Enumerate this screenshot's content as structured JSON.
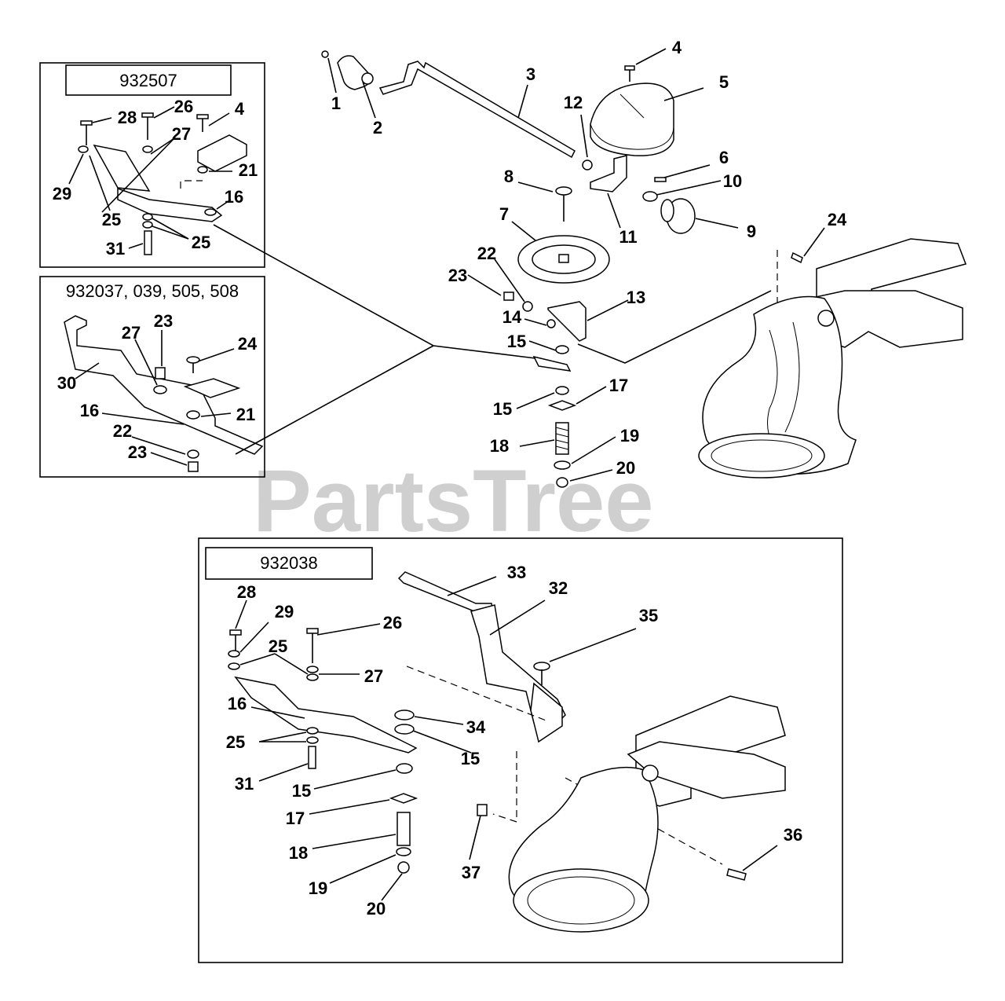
{
  "watermark": "PartsTree",
  "insets": {
    "top": "932507",
    "middle": "932037, 039, 505, 508",
    "bottom": "932038"
  },
  "callouts": {
    "main": [
      "1",
      "2",
      "3",
      "4",
      "5",
      "6",
      "7",
      "8",
      "9",
      "10",
      "11",
      "12",
      "13",
      "14",
      "15",
      "15",
      "17",
      "18",
      "19",
      "20",
      "22",
      "23",
      "24"
    ],
    "top_inset": [
      "28",
      "26",
      "4",
      "27",
      "21",
      "29",
      "25",
      "16",
      "25",
      "31"
    ],
    "middle_inset": [
      "23",
      "27",
      "24",
      "30",
      "16",
      "21",
      "22",
      "23"
    ],
    "bottom_inset": [
      "33",
      "32",
      "28",
      "29",
      "26",
      "35",
      "25",
      "27",
      "16",
      "34",
      "25",
      "15",
      "31",
      "15",
      "17",
      "18",
      "19",
      "37",
      "36",
      "20"
    ]
  }
}
